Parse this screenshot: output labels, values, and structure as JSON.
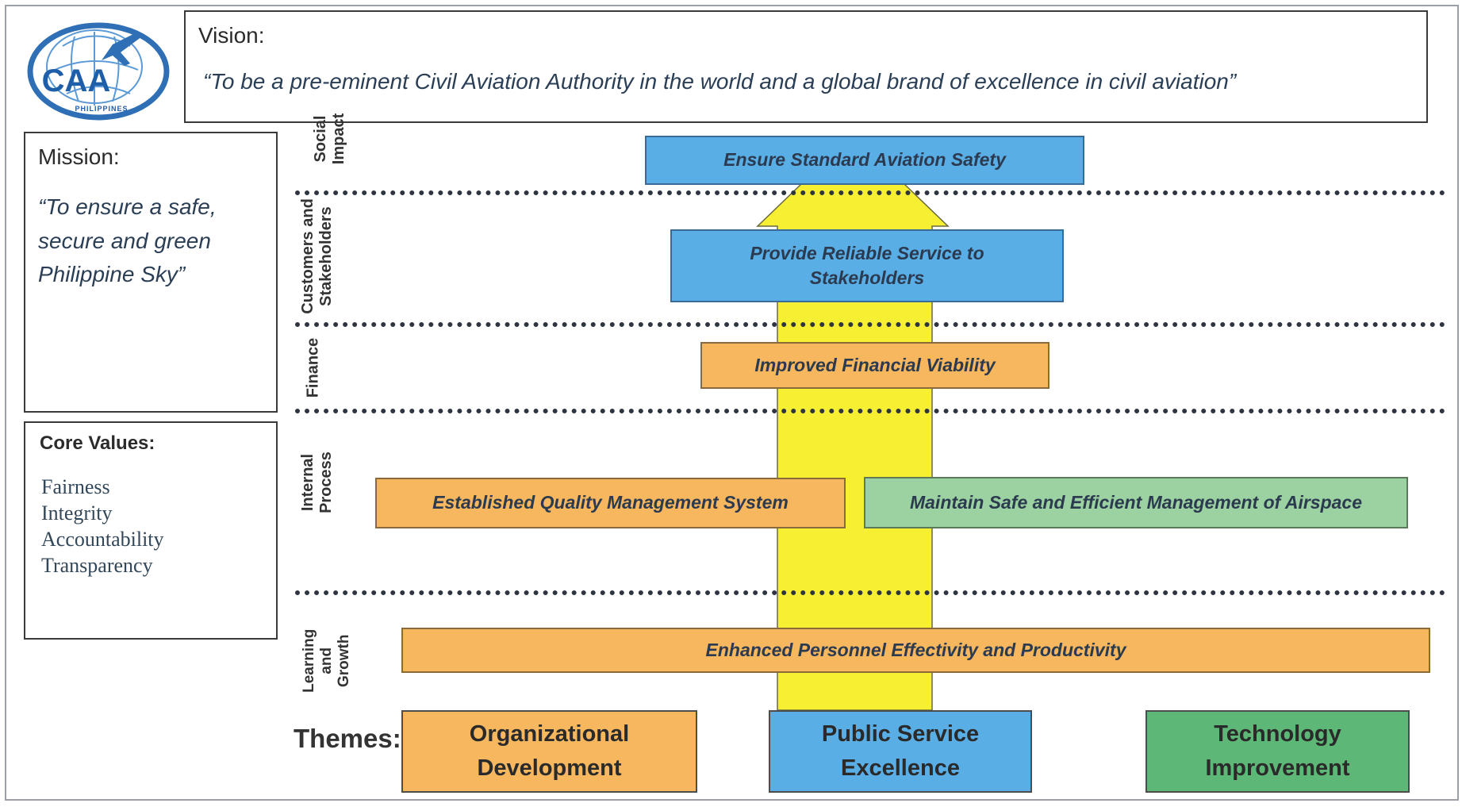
{
  "logo": {
    "text": "CAA",
    "subtext": "PHILIPPINES",
    "icon": "globe-airplane-logo"
  },
  "vision": {
    "label": "Vision:",
    "quote": "“To be a pre-eminent Civil Aviation Authority in the world and a global brand of excellence in civil aviation”"
  },
  "mission": {
    "label": "Mission:",
    "quote": "“To ensure a safe, secure and green Philippine Sky”"
  },
  "core_values": {
    "label": "Core Values:",
    "items": [
      "Fairness",
      "Integrity",
      "Accountability",
      "Transparency"
    ]
  },
  "perspectives": {
    "social": "Social Impact",
    "customers": "Customers and Stakeholders",
    "finance": "Finance",
    "internal": "Internal Process",
    "learning": "Learning and Growth"
  },
  "objectives": {
    "aviation_safety": "Ensure Standard Aviation Safety",
    "reliable_service": "Provide Reliable Service to Stakeholders",
    "financial_viability": "Improved Financial Viability",
    "quality_management": "Established Quality Management System",
    "airspace_management": "Maintain Safe and Efficient Management of Airspace",
    "personnel_effectivity": "Enhanced Personnel Effectivity and Productivity"
  },
  "themes": {
    "label": "Themes:",
    "items": [
      "Organizational Development",
      "Public Service Excellence",
      "Technology Improvement"
    ]
  },
  "colors": {
    "blue": "#5aaee6",
    "orange": "#f6b75f",
    "green": "#9cd2a1",
    "dark_green": "#5db877",
    "yellow_arrow": "#f7f032"
  }
}
